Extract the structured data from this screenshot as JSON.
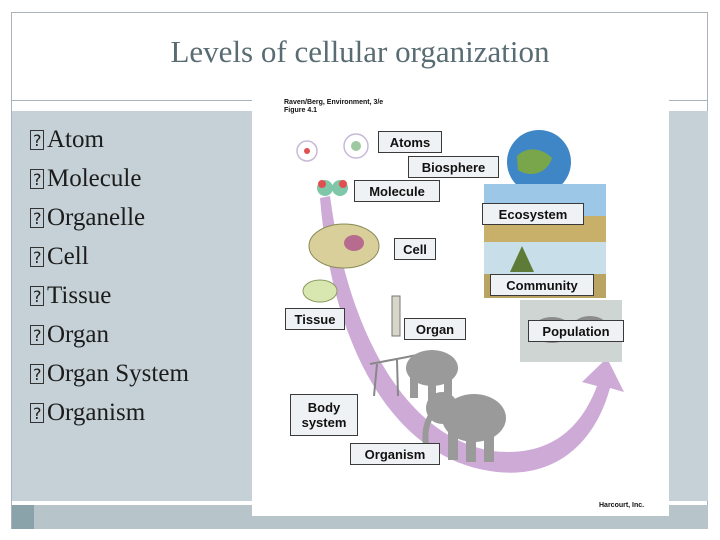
{
  "slide": {
    "title": "Levels of cellular organization",
    "bullets": [
      "Atom",
      "Molecule",
      "Organelle",
      "Cell",
      "Tissue",
      "Organ",
      "Organ System",
      "Organism"
    ]
  },
  "figure": {
    "caption_line1": "Raven/Berg, Environment, 3/e",
    "caption_line2": "Figure 4.1",
    "credit": "Harcourt, Inc.",
    "labels": {
      "atoms": "Atoms",
      "biosphere": "Biosphere",
      "molecule": "Molecule",
      "ecosystem": "Ecosystem",
      "cell": "Cell",
      "community": "Community",
      "tissue": "Tissue",
      "organ": "Organ",
      "population": "Population",
      "body_system": "Body system",
      "organism": "Organism"
    }
  },
  "colors": {
    "title_text": "#5a6c73",
    "content_band": "#c5d1d6",
    "arrow": "#c69bd0"
  }
}
